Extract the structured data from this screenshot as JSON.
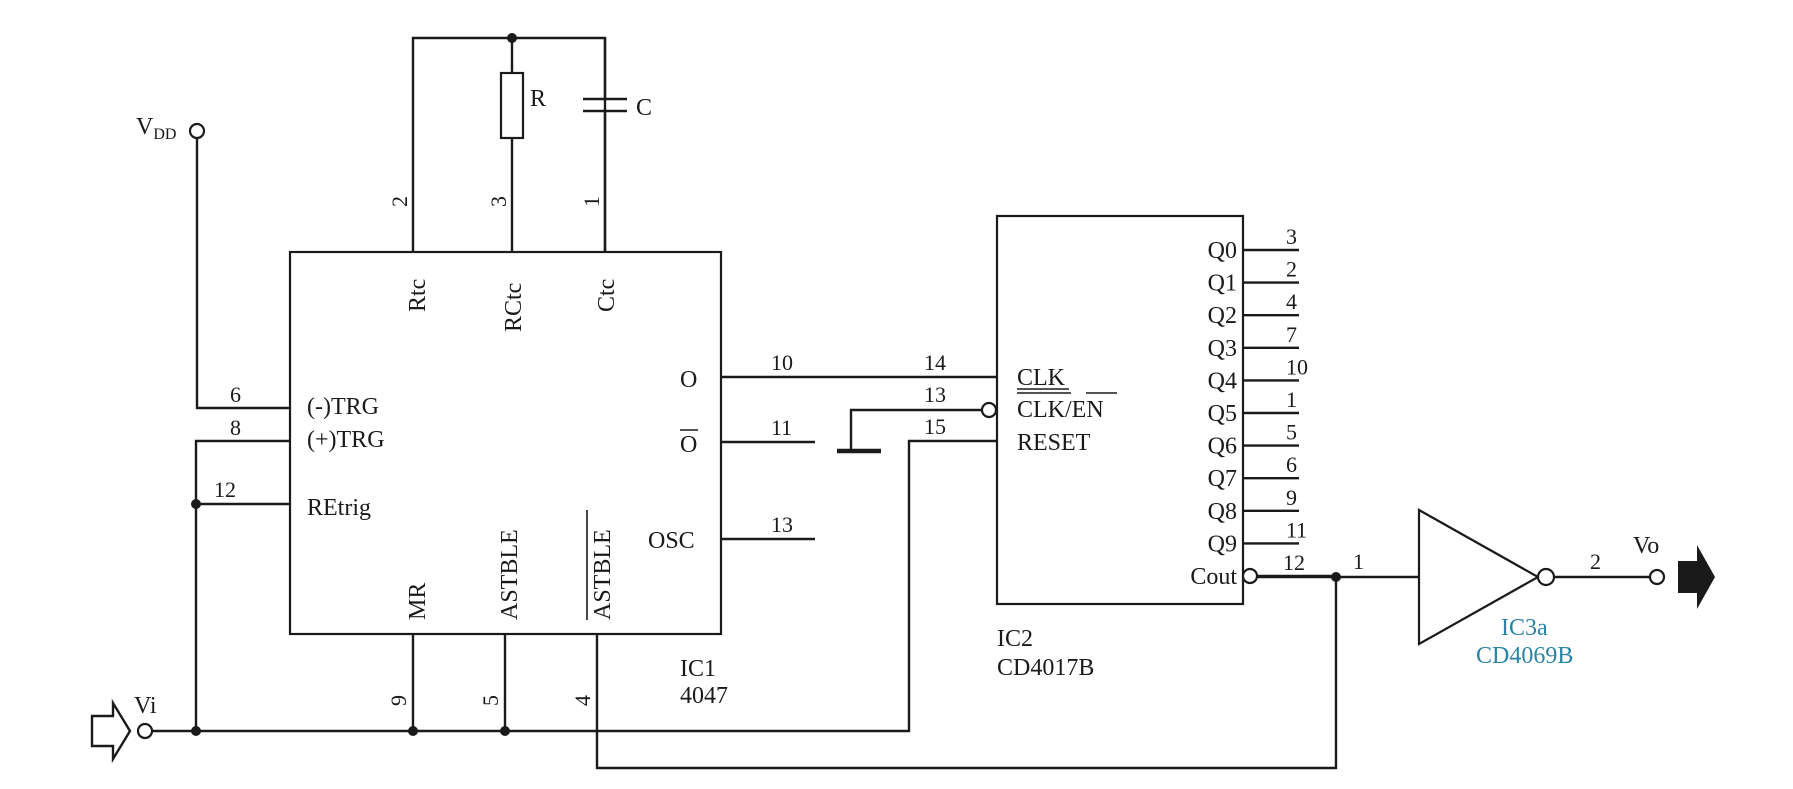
{
  "ic1": {
    "name": "IC1",
    "part": "4047",
    "top_pins": [
      {
        "label": "Rtc",
        "num": "2"
      },
      {
        "label": "RCtc",
        "num": "3"
      },
      {
        "label": "Ctc",
        "num": "1"
      }
    ],
    "left_pins": [
      {
        "label": "(-)TRG",
        "num": "6"
      },
      {
        "label": "(+)TRG",
        "num": "8"
      },
      {
        "label": "REtrig",
        "num": "12"
      }
    ],
    "right_pins": [
      {
        "label": "O",
        "num": "10"
      },
      {
        "label": "O",
        "num": "11"
      },
      {
        "label": "OSC",
        "num": "13"
      }
    ],
    "bottom_pins": [
      {
        "label": "MR",
        "num": "9"
      },
      {
        "label": "ASTBLE",
        "num": "5"
      },
      {
        "label": "ASTBLE",
        "num": "4"
      }
    ]
  },
  "ic2": {
    "name": "IC2",
    "part": "CD4017B",
    "inputs": [
      {
        "label": "CLK",
        "num": "14"
      },
      {
        "label": "CLK/EN",
        "num": "13"
      },
      {
        "label": "RESET",
        "num": "15"
      }
    ],
    "outputs": [
      {
        "label": "Q0",
        "num": "3"
      },
      {
        "label": "Q1",
        "num": "2"
      },
      {
        "label": "Q2",
        "num": "4"
      },
      {
        "label": "Q3",
        "num": "7"
      },
      {
        "label": "Q4",
        "num": "10"
      },
      {
        "label": "Q5",
        "num": "1"
      },
      {
        "label": "Q6",
        "num": "5"
      },
      {
        "label": "Q7",
        "num": "6"
      },
      {
        "label": "Q8",
        "num": "9"
      },
      {
        "label": "Q9",
        "num": "11"
      },
      {
        "label": "Cout",
        "num": "12"
      }
    ]
  },
  "ic3": {
    "name": "IC3a",
    "part": "CD4069B",
    "in_pin": "1",
    "out_pin": "2"
  },
  "components": {
    "resistor": "R",
    "capacitor": "C"
  },
  "nets": {
    "vdd": "V",
    "vdd_sub": "DD",
    "vi": "Vi",
    "vo": "Vo"
  },
  "colors": {
    "line": "#1a1a1a",
    "watermark": "#2a84a8"
  }
}
